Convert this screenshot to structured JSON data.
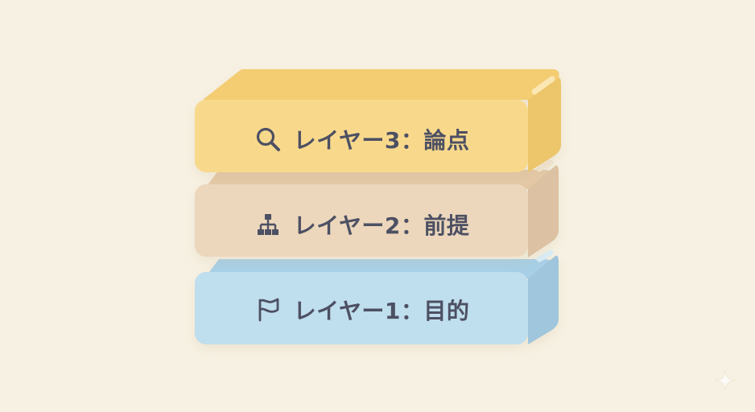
{
  "diagram": {
    "layers": [
      {
        "id": "layer3",
        "label": "レイヤー3：論点",
        "icon": "search-icon",
        "colors": {
          "front": "#f8d98c",
          "top": "#f4cc72",
          "side": "#edc56a"
        }
      },
      {
        "id": "layer2",
        "label": "レイヤー2：前提",
        "icon": "hierarchy-icon",
        "colors": {
          "front": "#ecd7bc",
          "top": "#e4c8a6",
          "side": "#dcc2a2"
        }
      },
      {
        "id": "layer1",
        "label": "レイヤー1：目的",
        "icon": "flag-icon",
        "colors": {
          "front": "#bfdeee",
          "top": "#a7cfe6",
          "side": "#9fc6dc"
        }
      }
    ],
    "background": "#f7f1e3",
    "text_color": "#4d5063",
    "sparkle_icon": "sparkle-icon"
  }
}
